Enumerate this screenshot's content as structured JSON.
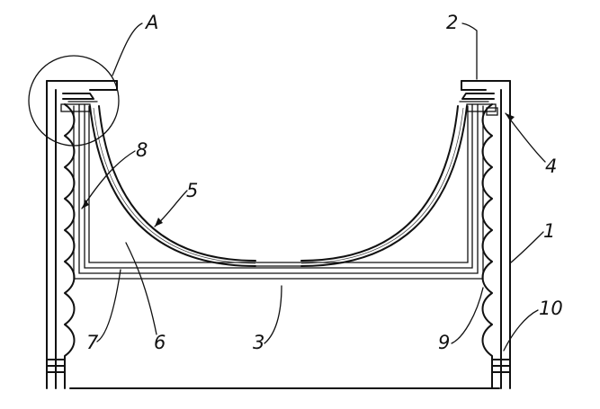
{
  "figure": {
    "detail_label": "A",
    "labels": {
      "n1": "1",
      "n2": "2",
      "n3": "3",
      "n4": "4",
      "n5": "5",
      "n6": "6",
      "n7": "7",
      "n8": "8",
      "n9": "9",
      "n10": "10"
    }
  }
}
